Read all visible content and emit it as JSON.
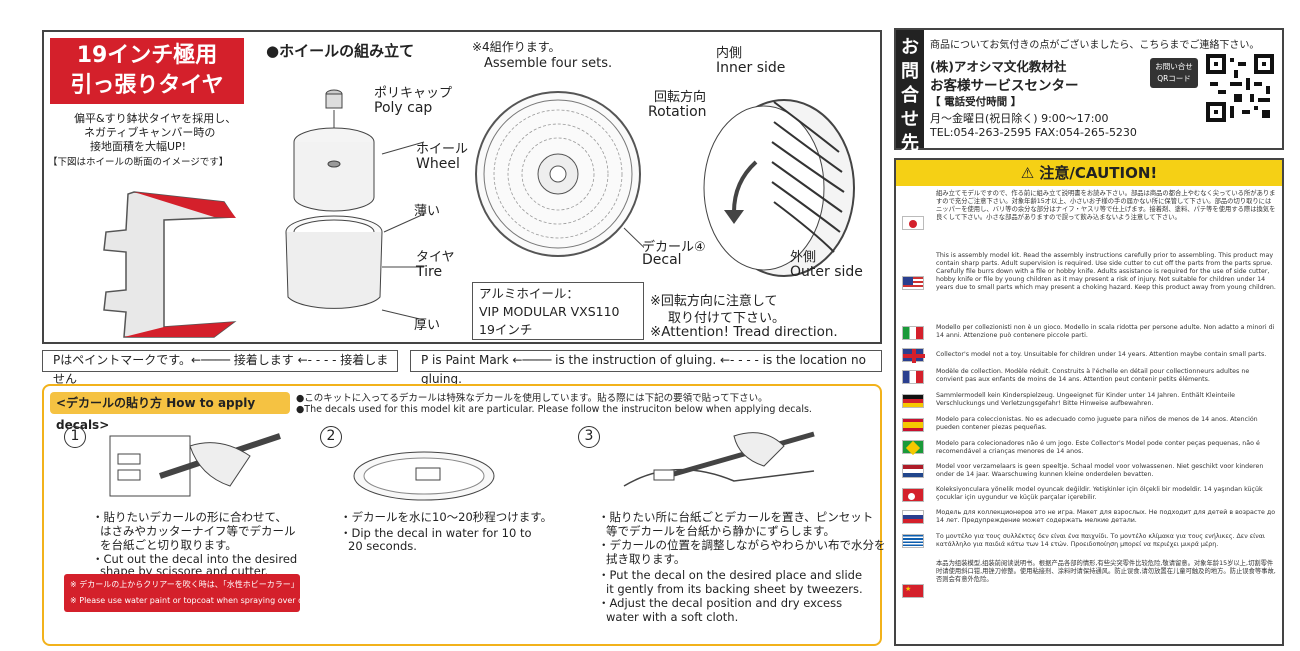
{
  "assembly": {
    "tire_title_1": "19インチ極用",
    "tire_title_2": "引っ張りタイヤ",
    "tire_desc_1": "偏平&すり鉢状タイヤを採用し、",
    "tire_desc_2": "ネガティブキャンバー時の",
    "tire_desc_3": "接地面積を大幅UP!",
    "tire_desc_4": "【下図はホイールの断面のイメージです】",
    "heading": "●ホイールの組み立て",
    "sets_jp": "※4組作ります。",
    "sets_en": "Assemble four sets.",
    "polycap_jp": "ポリキャップ",
    "polycap_en": "Poly cap",
    "wheel_jp": "ホイール",
    "wheel_en": "Wheel",
    "thin": "薄い",
    "tire_jp": "タイヤ",
    "tire_en": "Tire",
    "thick": "厚い",
    "inner_jp": "内側",
    "inner_en": "Inner side",
    "rotation_jp": "回転方向",
    "rotation_en": "Rotation",
    "decal_jp": "デカール④",
    "decal_en": "Decal",
    "outer_jp": "外側",
    "outer_en": "Outer side",
    "alu_1": "アルミホイール：",
    "alu_2": "VIP MODULAR VXS110",
    "alu_3": "19インチ",
    "attention_jp_1": "※回転方向に注意して",
    "attention_jp_2": "取り付けて下さい。",
    "attention_en": "※Attention! Tread direction."
  },
  "legend": {
    "jp": "Pはペイントマークです。←──── 接着します ←- - - - 接着しません",
    "en": "P is Paint Mark ←──── is the instruction of gluing. ←- - - - is the location no gluing."
  },
  "decal": {
    "title": "<デカールの貼り方 How to apply decals>",
    "note_jp": "●このキットに入ってるデカールは特殊なデカールを使用しています。貼る際には下記の要領で貼って下さい。",
    "note_en": "●The decals used for this model kit are particular. Please follow the instruciton below when applying decals.",
    "step1_num": "1",
    "step1_jp_1": "・貼りたいデカールの形に合わせて、",
    "step1_jp_2": "はさみやカッターナイフ等でデカール",
    "step1_jp_3": "を台紙ごと切り取ります。",
    "step1_en_1": "・Cut out the decal into the desired",
    "step1_en_2": "shape by scissore and cutter.",
    "step2_num": "2",
    "step2_jp": "・デカールを水に10〜20秒程つけます。",
    "step2_en_1": "・Dip the decal in water for 10 to",
    "step2_en_2": "20 seconds.",
    "step3_num": "3",
    "step3_jp_1": "・貼りたい所に台紙ごとデカールを置き、ピンセット",
    "step3_jp_2": "等でデカールを台紙から静かにずらします。",
    "step3_jp_3": "・デカールの位置を調整しながらやわらかい布で水分を",
    "step3_jp_4": "拭き取ります。",
    "step3_en_1": "・Put the decal on the desired place and slide",
    "step3_en_2": "it gently from its backing sheet by tweezers.",
    "step3_en_3": "・Adjust the decal position and dry excess",
    "step3_en_4": "water with a soft cloth.",
    "warn_jp": "※ デカールの上からクリアーを吹く時は、「水性ホビーカラー」または「トップコート(水性スプレー)」をご使用下さい。",
    "warn_en": "※ Please use water paint or topcoat when spraying over decals."
  },
  "contact": {
    "tab": "お問合せ先",
    "intro": "商品についてお気付きの点がございましたら、こちらまでご連絡下さい。",
    "company": "(株)アオシマ文化教材社",
    "center": "お客様サービスセンター",
    "hours_label": "【 電話受付時間 】",
    "hours": "月〜金曜日(祝日除く) 9:00〜17:00",
    "tel": "TEL:054-263-2595  FAX:054-265-5230",
    "qr_label_1": "お問い合せ",
    "qr_label_2": "QRコード"
  },
  "caution": {
    "title": "⚠ 注意/CAUTION!",
    "jp": "組み立てモデルですので、作る前に組み立て説明書をお読み下さい。部品は商品の都合上やむなく尖っている所がありますので充分ご注意下さい。対象年齢15才以上、小さいお子様の手の届かない所に保管して下さい。部品の切り取りにはニッパーを使用し、バリ等の余分な部分はナイフ・ヤスリ等で仕上げます。接着剤、塗料、パテ等を使用する際は換気を良くして下さい。小さな部品がありますので誤って飲み込まないよう注意して下さい。",
    "en": "This is assembly model kit. Read the assembly instructions carefully prior to assembling. This product may contain sharp parts. Adult supervision is required. Use side cutter to cut off the parts from the parts sprue. Carefully file burrs down with a file or hobby knife. Adults assistance is required for the use of side cutter, hobby knife or file by young children as it may present a risk of injury. Not suitable for children under 14 years due to small parts which may present a choking hazard. Keep this product away from young children.",
    "it": "Modello per collezionisti non è un gioco. Modello in scala ridotta per persone adulte. Non adatto a minori di 14 anni. Attenzione può contenere piccole parti.",
    "uk": "Collector's model not a toy. Unsuitable for children under 14 years. Attention maybe contain small parts.",
    "fr": "Modèle de collection. Modèle réduit. Construits à l'échelle en détail pour collectionneurs adultes ne convient pas aux enfants de moins de 14 ans. Attention peut contenir petits éléments.",
    "de": "Sammlermodell kein Kinderspielzeug. Ungeeignet für Kinder unter 14 Jahren. Enthält Kleinteile Verschluckungs und Verletzungsgefahr! Bitte Hinweise aufbewahren.",
    "es": "Modelo para coleccionistas. No es adecuado como juguete para niños de menos de 14 anos. Atención pueden contener piezas pequeñas.",
    "pt": "Modelo para colecionadores não é um jogo. Este Collector's Model pode conter peças pequenas, não é recomendável a crianças menores de 14 anos.",
    "nl": "Model voor verzamelaars is geen speeltje. Schaal model voor volwassenen. Niet geschikt voor kinderen onder de 14 jaar. Waarschuwing kunnen kleine onderdelen bevatten.",
    "tr": "Koleksiyonculara yönelik model oyuncak değildir. Yetişkinler için ölçekli bir modeldir. 14 yaşından küçük çocuklar için uygundur ve küçük parçalar içerebilir.",
    "ru": "Модель для коллекционеров это не игра. Макет для взрослых. Не подходит для детей в возрасте до 14 лет. Предупреждение может содержать мелкие детали.",
    "gr": "Το μοντέλο για τους συλλέκτες δεν είναι ένα παιχνίδι. Το μοντέλο κλίμακα για τους ενήλικες. Δεν είναι κατάλληλο για παιδιά κάτω των 14 ετών. Προειδοποίηση μπορεί να περιέχει μικρά μέρη.",
    "cn": "本品为组装模型,组装前阅读说明书。根据产品各部的情形,有些尖突零件比较危险,敬请留意。对象年龄15岁以上,切割零件时请使用斜口钳,用锉刀修整。使用粘接剂、涂料时请保持通风。防止误食,请勿放置在儿童可触及的地方。防止误食等事故,否则会有意外危险。"
  },
  "colors": {
    "red": "#d4202b",
    "yellow": "#f5d015",
    "decal_border": "#f2b21b"
  }
}
